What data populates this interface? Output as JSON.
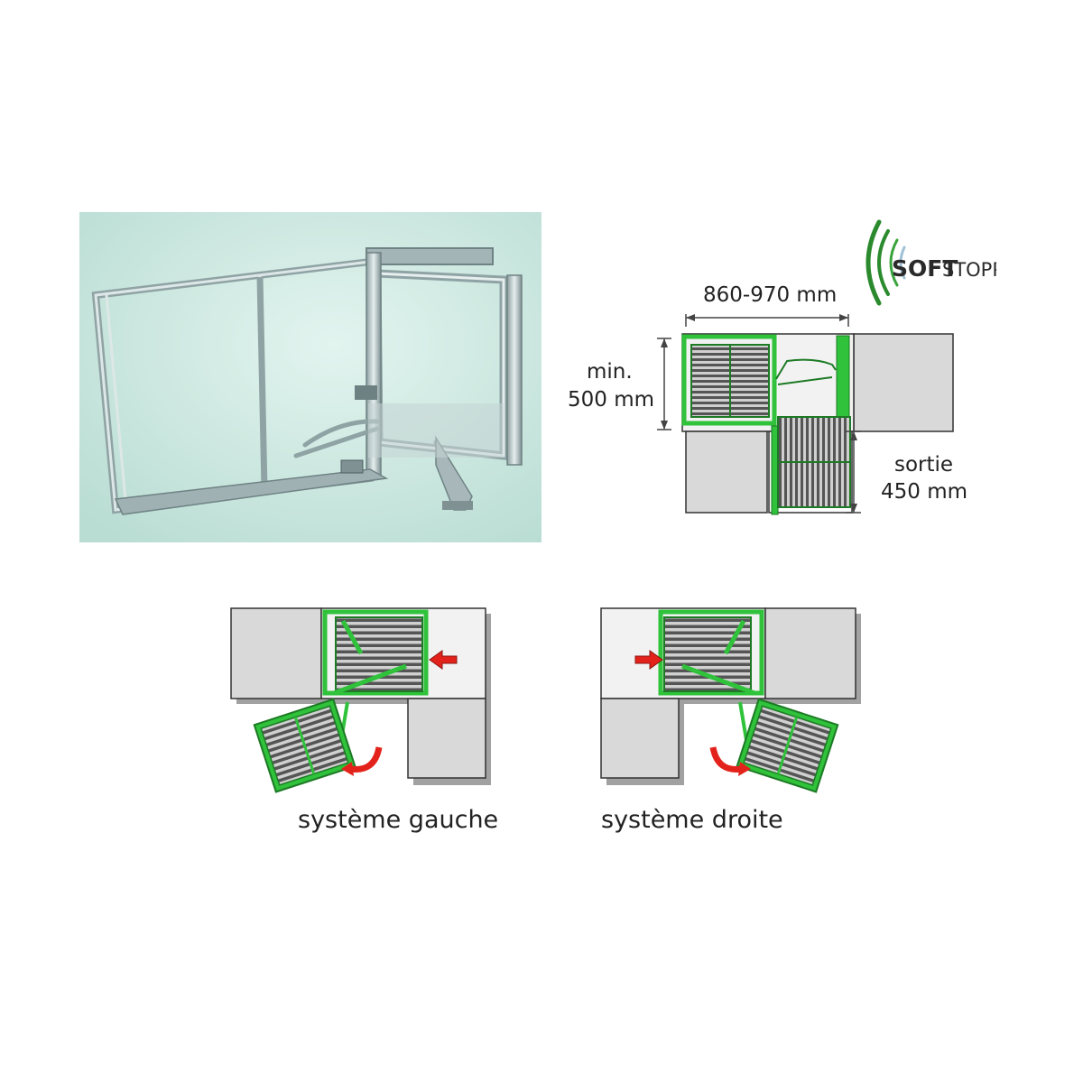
{
  "brand": {
    "soft": "SOFT",
    "stopp": "STOPP"
  },
  "dimensions": {
    "width": "860-970 mm",
    "depth_line1": "min.",
    "depth_line2": "500 mm",
    "pull_line1": "sortie",
    "pull_line2": "450 mm"
  },
  "captions": {
    "left": "système gauche",
    "right": "système droite"
  },
  "colors": {
    "accent_green": "#2fc23a",
    "dark_green": "#1d7a25",
    "cabinet_grey": "#d9d9d9",
    "arrow_red": "#e3231b",
    "photo_bg": "#c8e8df"
  }
}
